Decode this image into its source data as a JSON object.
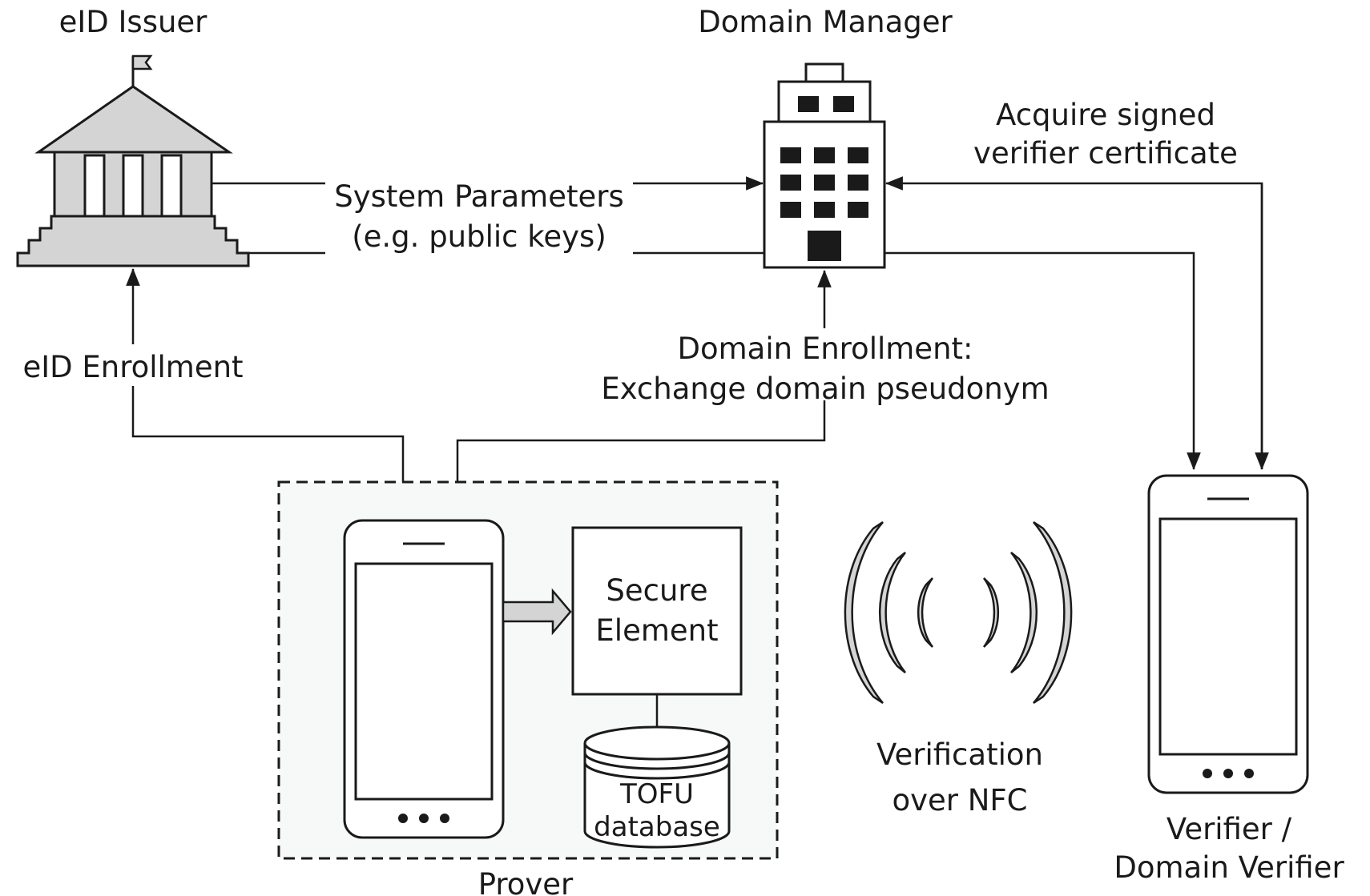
{
  "nodes": {
    "eid_issuer": {
      "label": "eID Issuer"
    },
    "domain_manager": {
      "label": "Domain Manager"
    },
    "prover": {
      "label": "Prover"
    },
    "secure_element": {
      "label_line1": "Secure",
      "label_line2": "Element"
    },
    "tofu_db": {
      "label_line1": "TOFU",
      "label_line2": "database"
    },
    "verifier": {
      "label_line1": "Verifier /",
      "label_line2": "Domain Verifier"
    },
    "nfc": {
      "label_line1": "Verification",
      "label_line2": "over NFC"
    }
  },
  "edges": {
    "system_params": {
      "label_line1": "System Parameters",
      "label_line2": "(e.g. public keys)"
    },
    "acquire_cert": {
      "label_line1": "Acquire signed",
      "label_line2": "verifier certificate"
    },
    "eid_enrollment": {
      "label": "eID Enrollment"
    },
    "domain_enrollment": {
      "label_line1": "Domain Enrollment:",
      "label_line2": "Exchange domain pseudonym"
    }
  },
  "colors": {
    "stroke": "#1a1a1a",
    "fill_gray": "#d4d4d4",
    "panel": "#f7f9f9"
  },
  "icons": [
    "government-building-icon",
    "office-building-icon",
    "smartphone-icon",
    "database-icon",
    "nfc-waves-icon"
  ]
}
